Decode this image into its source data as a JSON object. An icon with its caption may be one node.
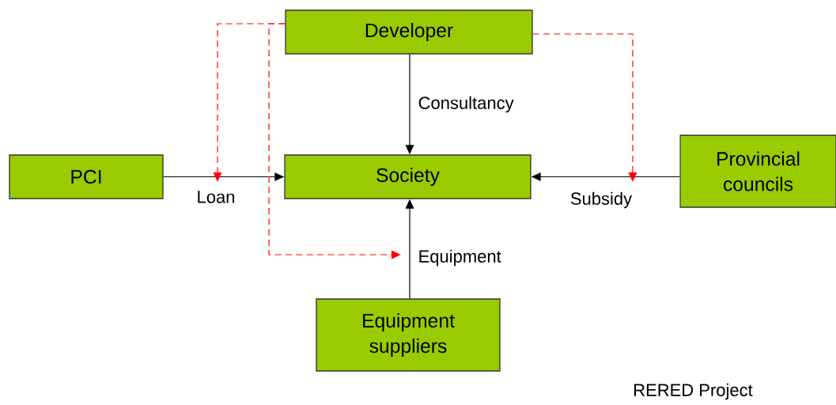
{
  "diagram": {
    "nodes": [
      {
        "text": [
          "Developer"
        ]
      },
      {
        "text": [
          "Society"
        ]
      },
      {
        "text": [
          "PCI"
        ]
      },
      {
        "text": [
          "Provincial councils"
        ]
      },
      {
        "text": [
          "Equipment suppliers"
        ]
      }
    ],
    "edges": [
      {
        "from": 0,
        "to": 1,
        "arrow": "to",
        "label": "Consultancy"
      },
      {
        "from": 2,
        "to": 1,
        "arrow": "to",
        "label": "Loan"
      },
      {
        "from": 3,
        "to": 1,
        "arrow": "to",
        "label": "Subsidy"
      },
      {
        "from": 4,
        "to": 1,
        "arrow": "to",
        "label": "Equipment"
      },
      {
        "from": 0,
        "to": null,
        "arrow": "to",
        "style": "dashed",
        "color": "#ff0000"
      },
      {
        "from": 0,
        "to": null,
        "arrow": "to",
        "style": "dashed",
        "color": "#ff0000"
      },
      {
        "from": 0,
        "to": null,
        "arrow": "to",
        "style": "dashed",
        "color": "#ff0000"
      }
    ],
    "labels": [
      "RERED Project"
    ]
  }
}
